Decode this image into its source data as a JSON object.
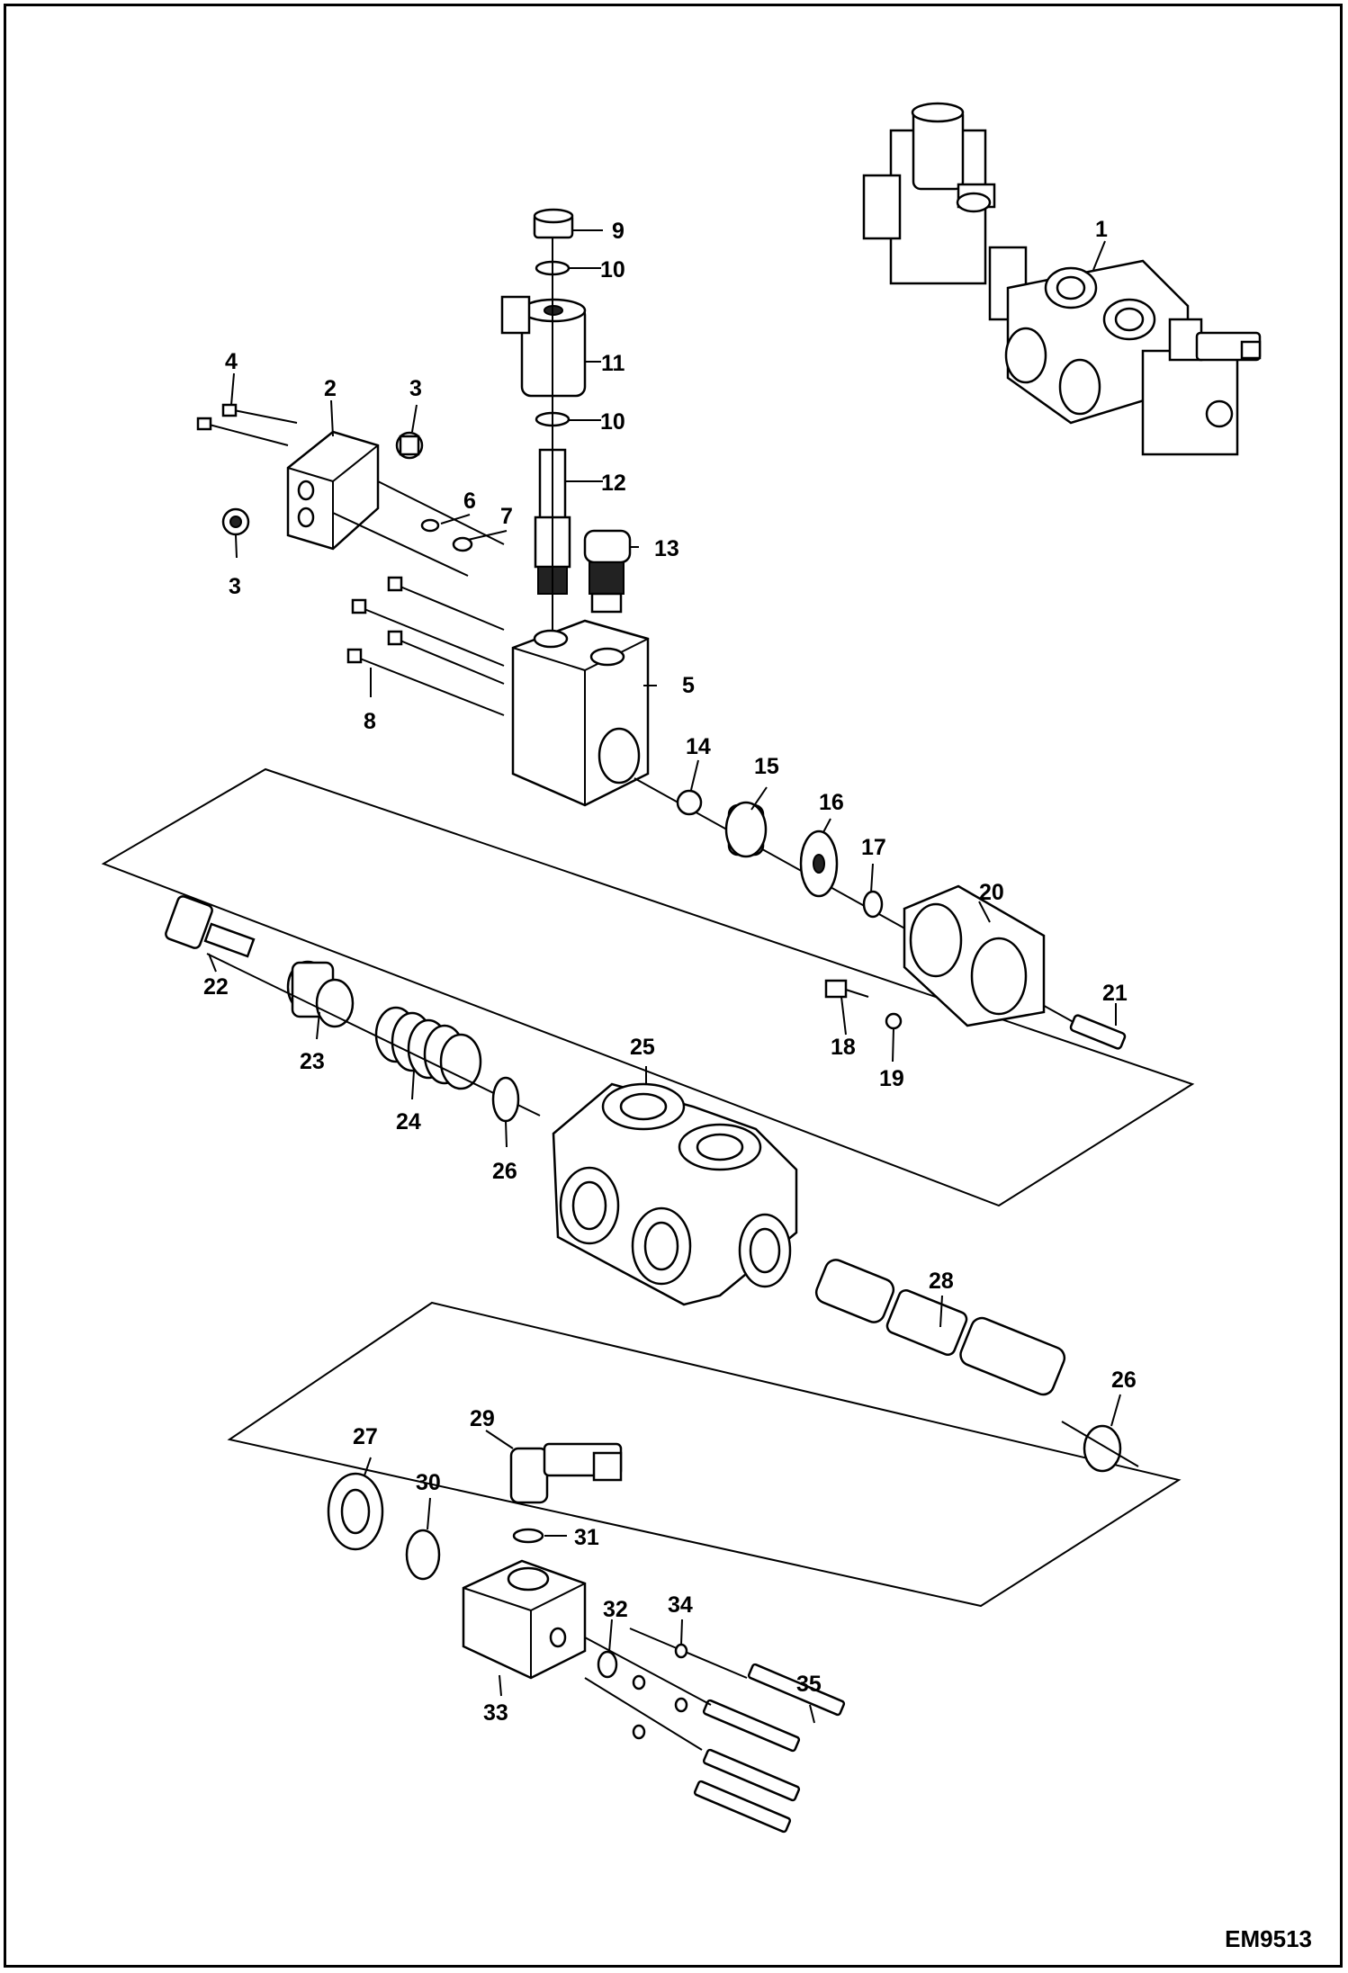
{
  "drawing_code": "EM9513",
  "callouts": [
    "1",
    "2",
    "3",
    "3",
    "4",
    "5",
    "6",
    "7",
    "8",
    "9",
    "10",
    "10",
    "11",
    "12",
    "13",
    "14",
    "15",
    "16",
    "17",
    "18",
    "19",
    "20",
    "21",
    "22",
    "23",
    "24",
    "25",
    "26",
    "26",
    "27",
    "28",
    "29",
    "30",
    "31",
    "32",
    "33",
    "34",
    "35"
  ]
}
